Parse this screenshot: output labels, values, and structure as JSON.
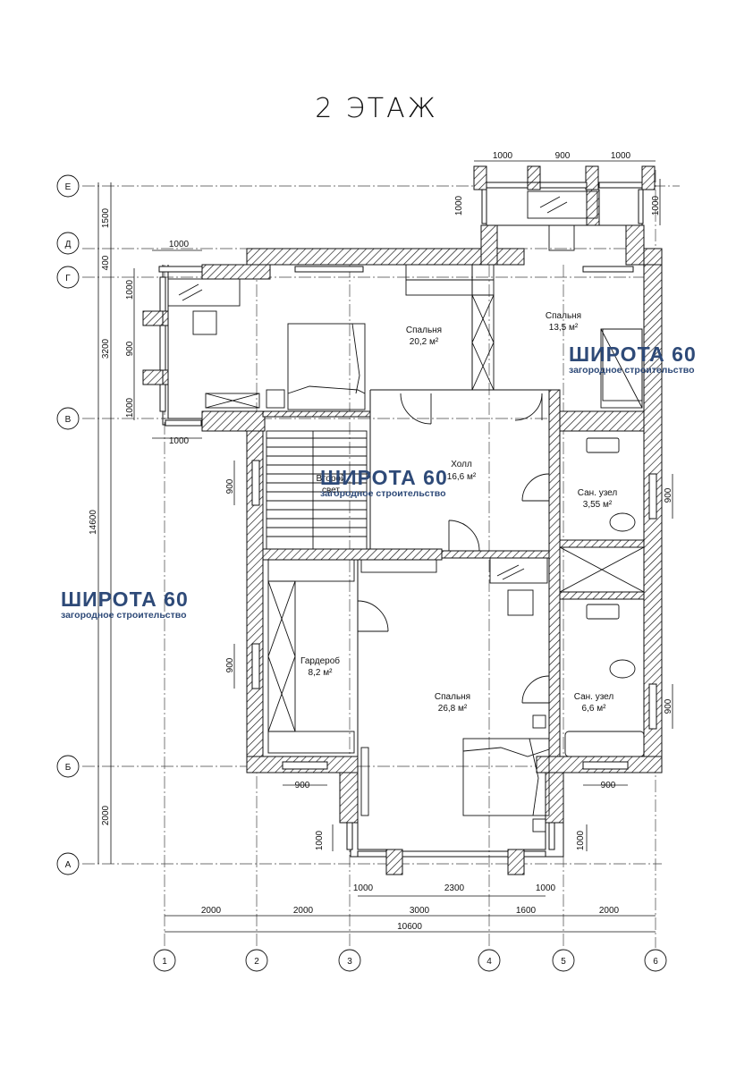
{
  "title": "2 ЭТАЖ",
  "colors": {
    "line": "#111111",
    "watermark": "#2e4a78"
  },
  "grid_axes": {
    "vertical": [
      "1",
      "2",
      "3",
      "4",
      "5",
      "6"
    ],
    "horizontal": [
      "Е",
      "Д",
      "Г",
      "В",
      "Б",
      "А"
    ]
  },
  "bottom_dimensions": {
    "segments": [
      "2000",
      "2000",
      "3000",
      "1600",
      "2000"
    ],
    "total": "10600"
  },
  "left_dimensions": {
    "segments": [
      "1500",
      "400",
      "3200",
      "2000"
    ],
    "total": "14600"
  },
  "rooms": [
    {
      "name": "Спальня",
      "area": "20,2 м²"
    },
    {
      "name": "Спальня",
      "area": "13,5 м²"
    },
    {
      "name": "Холл",
      "area": "16,6 м²"
    },
    {
      "name": "Второй",
      "area": "свет"
    },
    {
      "name": "Сан. узел",
      "area": "3,55 м²"
    },
    {
      "name": "Гардероб",
      "area": "8,2 м²"
    },
    {
      "name": "Спальня",
      "area": "26,8 м²"
    },
    {
      "name": "Сан. узел",
      "area": "6,6 м²"
    }
  ],
  "window_dimensions": {
    "top": [
      "1000",
      "900",
      "1000"
    ],
    "top_left": "1000",
    "left_bay_vertical": [
      "1000",
      "900",
      "1000"
    ],
    "left_bay_bottom": "1000",
    "top_bay_vertical": [
      "1000",
      "1000"
    ],
    "stair_window": "900",
    "wardrobe_window": "900",
    "right_windows": [
      "900",
      "900"
    ],
    "bottom_windows": [
      "900",
      "900"
    ],
    "bottom_bay": [
      "1000",
      "2300",
      "1000"
    ],
    "bottom_bay_vertical": [
      "1000",
      "1000"
    ]
  },
  "watermarks": [
    {
      "title": "ШИРОТА 60",
      "subtitle": "загородное строительство"
    },
    {
      "title": "ШИРОТА 60",
      "subtitle": "загородное строительство"
    },
    {
      "title": "ШИРОТА 60",
      "subtitle": "загородное строительство"
    }
  ]
}
